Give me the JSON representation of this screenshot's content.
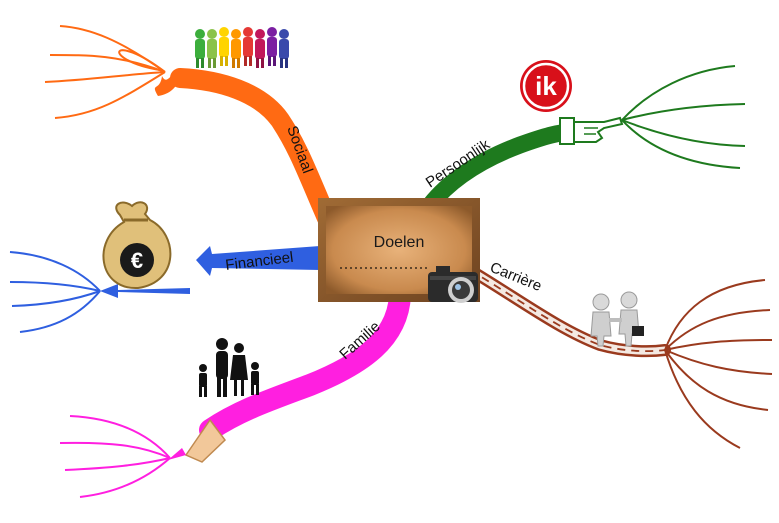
{
  "center": {
    "label": "Doelen"
  },
  "branches": [
    {
      "key": "sociaal",
      "label": "Sociaal",
      "color": "#ff6a13",
      "icon": "people-group-icon"
    },
    {
      "key": "persoonlijk",
      "label": "Persoonlijk",
      "color": "#1e7a1e",
      "icon": "pointing-hand-icon"
    },
    {
      "key": "financieel",
      "label": "Financieel",
      "color": "#2f5fe0",
      "icon": "money-bag-icon"
    },
    {
      "key": "carriere",
      "label": "Carrière",
      "color": "#9a3a1e",
      "icon": "handshake-icon"
    },
    {
      "key": "familie",
      "label": "Familie",
      "color": "#ff1fe0",
      "icon": "family-icon"
    }
  ],
  "badges": {
    "ik": "ik",
    "money_symbol": "€"
  },
  "colors": {
    "board_outer": "#8a5a2a",
    "board_inner": "#d9a066",
    "badge_red": "#d8101a"
  }
}
